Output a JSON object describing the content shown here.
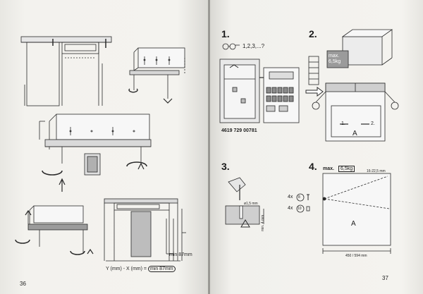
{
  "left_page": {
    "page_number": "36",
    "bottom_label_prefix": "Y (mm) - X (mm) = ",
    "bottom_label_box": "min 87mm",
    "dim_label": "min 87mm"
  },
  "right_page": {
    "page_number": "37",
    "steps": [
      {
        "number": "1.",
        "caption": "1,2,3,...?",
        "part_number": "4619 729 00781"
      },
      {
        "number": "2.",
        "weight_label": "max. 6,5kg",
        "panel_label": "A",
        "arrow_1": "1.",
        "arrow_2": "2."
      },
      {
        "number": "3.",
        "drill_label": "ø1,5 mm",
        "depth_label": "min. 4 mm"
      },
      {
        "number": "4.",
        "max_label": "max.",
        "max_value": "6,5kg",
        "diag_label": "16-22,5 mm",
        "panel_label": "A",
        "width_label": "450 / 594 mm",
        "screw_1_count": "4x",
        "screw_1_size": "8",
        "screw_2_count": "4x",
        "screw_2_size": "10"
      }
    ]
  },
  "colors": {
    "paper": "#f3f2ee",
    "ink": "#2a2a2a",
    "gray_fill": "#9b9b9b",
    "light_fill": "#d6d6d6"
  }
}
